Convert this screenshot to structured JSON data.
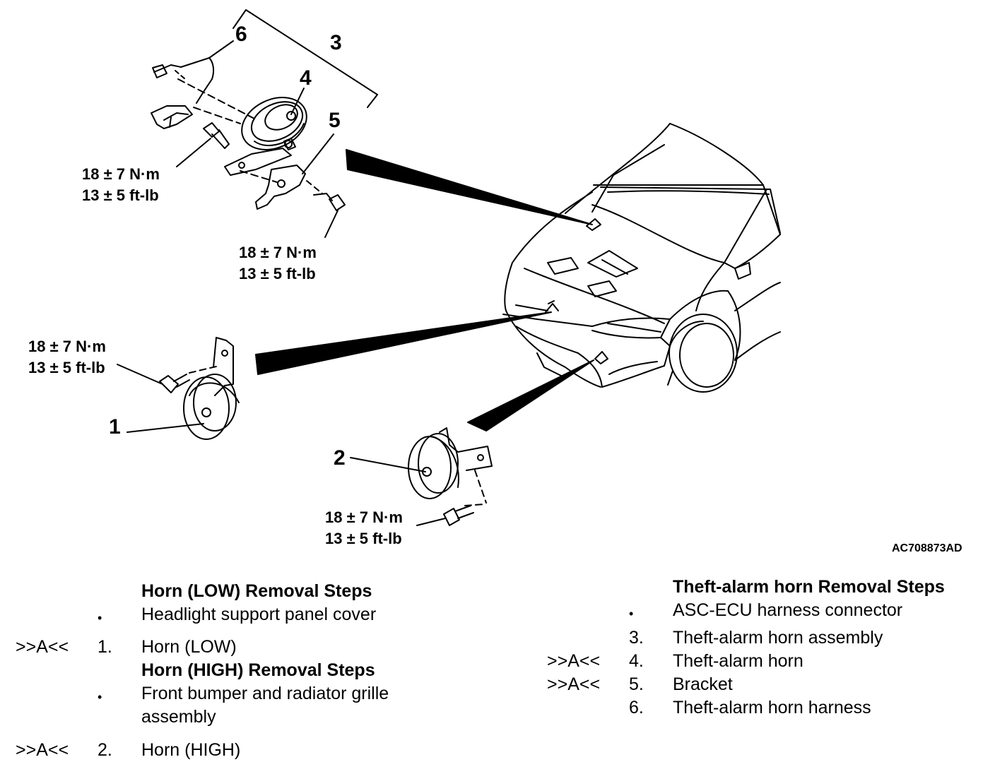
{
  "callouts": [
    "1",
    "2",
    "3",
    "4",
    "5",
    "6"
  ],
  "torque_specs": [
    {
      "nm": "18 ± 7 N·m",
      "ftlb": "13 ± 5 ft-lb"
    },
    {
      "nm": "18 ± 7 N·m",
      "ftlb": "13 ± 5 ft-lb"
    },
    {
      "nm": "18 ± 7 N·m",
      "ftlb": "13 ± 5 ft-lb"
    },
    {
      "nm": "18 ± 7 N·m",
      "ftlb": "13 ± 5 ft-lb"
    }
  ],
  "figure_id": "AC708873AD",
  "steps_left": [
    {
      "marker": "",
      "num": "",
      "text": "Horn (LOW) Removal Steps",
      "header": true
    },
    {
      "marker": "",
      "num": "•",
      "text": "Headlight support panel cover"
    },
    {
      "marker": ">>A<<",
      "num": "1.",
      "text": "Horn (LOW)"
    },
    {
      "marker": "",
      "num": "",
      "text": "Horn (HIGH) Removal Steps",
      "header": true
    },
    {
      "marker": "",
      "num": "•",
      "text": "Front bumper and radiator grille assembly"
    },
    {
      "marker": ">>A<<",
      "num": "2.",
      "text": "Horn (HIGH)"
    }
  ],
  "steps_right": [
    {
      "marker": "",
      "num": "",
      "text": "Theft-alarm horn Removal Steps",
      "header": true
    },
    {
      "marker": "",
      "num": "•",
      "text": "ASC-ECU harness connector"
    },
    {
      "marker": "",
      "num": "3.",
      "text": "Theft-alarm horn assembly"
    },
    {
      "marker": ">>A<<",
      "num": "4.",
      "text": "Theft-alarm horn"
    },
    {
      "marker": ">>A<<",
      "num": "5.",
      "text": "Bracket"
    },
    {
      "marker": "",
      "num": "6.",
      "text": "Theft-alarm horn harness"
    }
  ]
}
